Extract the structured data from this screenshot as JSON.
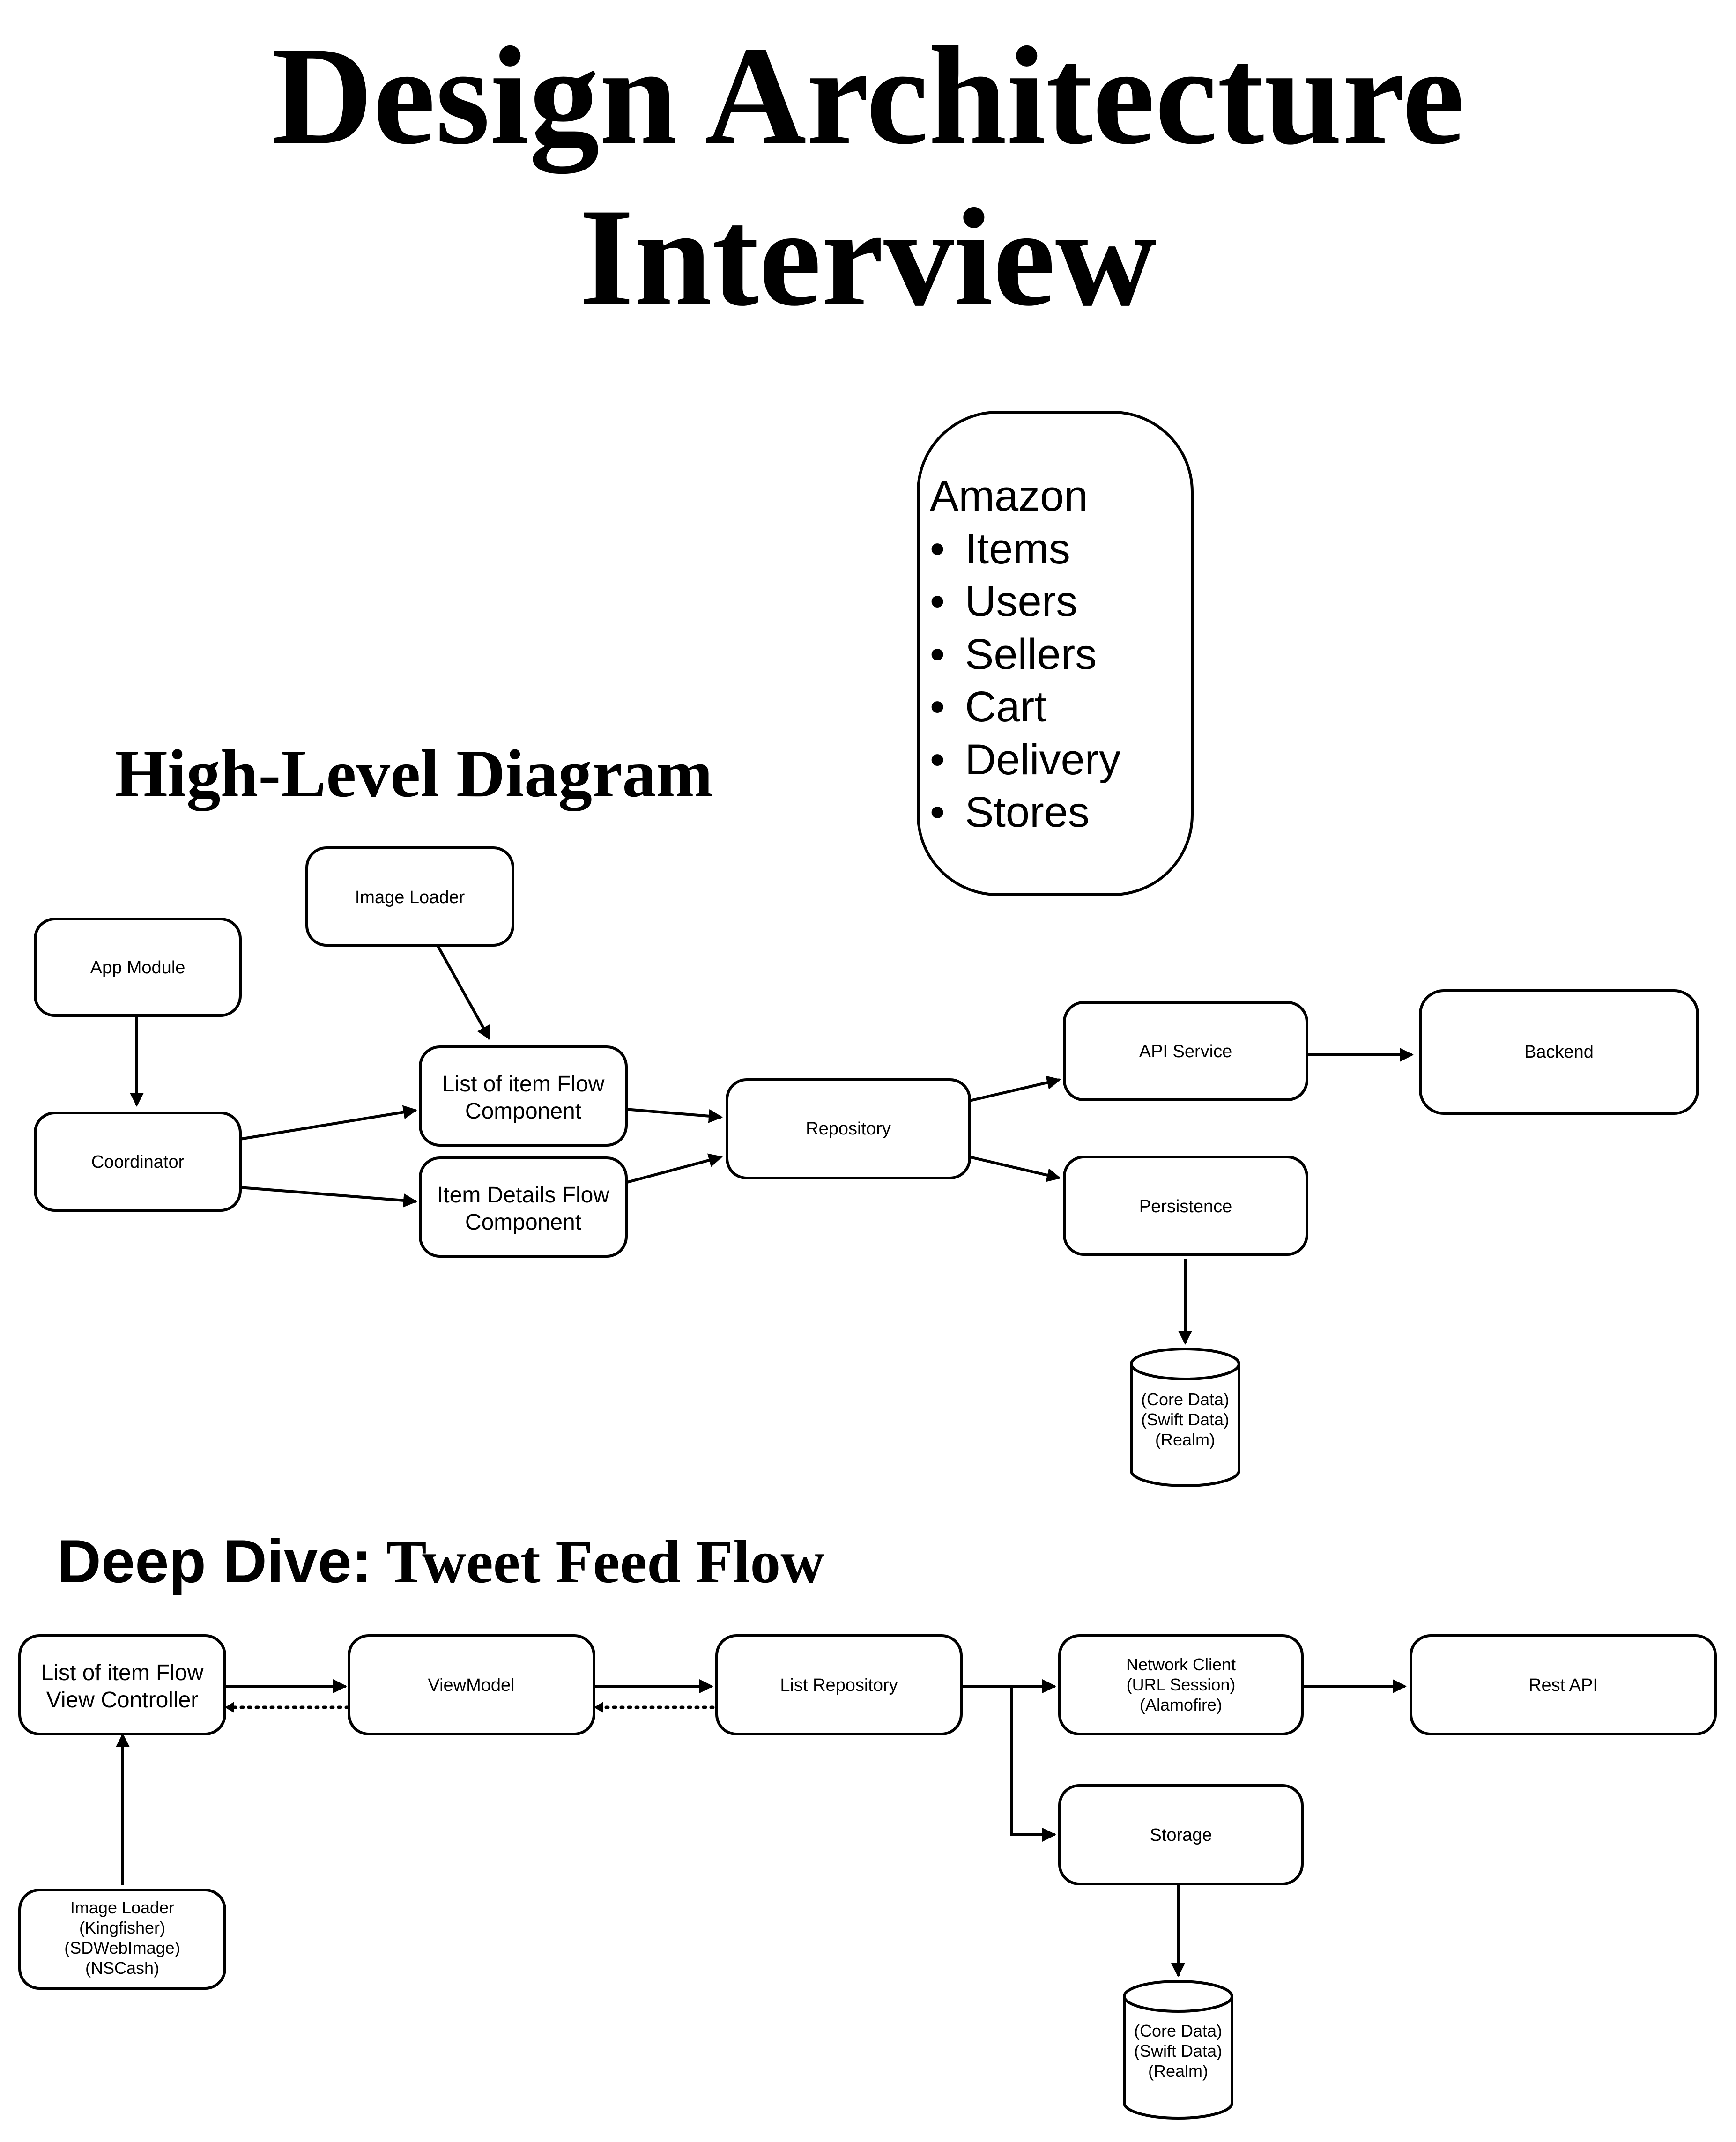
{
  "title": {
    "line1": "Design Architecture",
    "line2": "Interview"
  },
  "entities_box": {
    "heading": "Amazon",
    "items": [
      "Items",
      "Users",
      "Sellers",
      "Cart",
      "Delivery",
      "Stores"
    ]
  },
  "high_level": {
    "heading": "High-Level Diagram",
    "nodes": {
      "image_loader": "Image Loader",
      "app_module": "App Module",
      "coordinator": "Coordinator",
      "list_flow": [
        "List of item Flow",
        "Component"
      ],
      "details_flow": [
        "Item Details Flow",
        "Component"
      ],
      "repository": "Repository",
      "api_service": "API Service",
      "backend": "Backend",
      "persistence": "Persistence",
      "db": [
        "(Core Data)",
        "(Swift Data)",
        "(Realm)"
      ]
    }
  },
  "deep_dive": {
    "heading_prefix": "Deep Dive:",
    "heading_rest": " Tweet Feed Flow",
    "nodes": {
      "view_controller": [
        "List of item Flow",
        "View Controller"
      ],
      "viewmodel": "ViewModel",
      "list_repository": "List Repository",
      "network_client": [
        "Network Client",
        "(URL Session)",
        "(Alamofire)"
      ],
      "rest_api": "Rest API",
      "storage": "Storage",
      "image_loader": [
        "Image Loader",
        "(Kingfisher)",
        "(SDWebImage)",
        "(NSCash)"
      ],
      "db": [
        "(Core Data)",
        "(Swift Data)",
        "(Realm)"
      ]
    }
  }
}
